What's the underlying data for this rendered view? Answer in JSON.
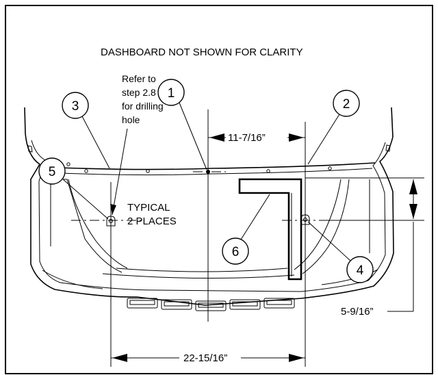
{
  "header_note": "DASHBOARD NOT SHOWN FOR CLARITY",
  "drill_note": {
    "line1": "Refer to",
    "line2": "step 2.8",
    "line3": "for drilling",
    "line4": "hole"
  },
  "typical_note": {
    "line1": "TYPICAL",
    "line2": "2 PLACES"
  },
  "callouts": [
    "1",
    "2",
    "3",
    "4",
    "5",
    "6"
  ],
  "dimensions": {
    "top_horizontal": "11-7/16”",
    "right_vertical": "5-9/16”",
    "bottom_horizontal": "22-15/16”"
  }
}
